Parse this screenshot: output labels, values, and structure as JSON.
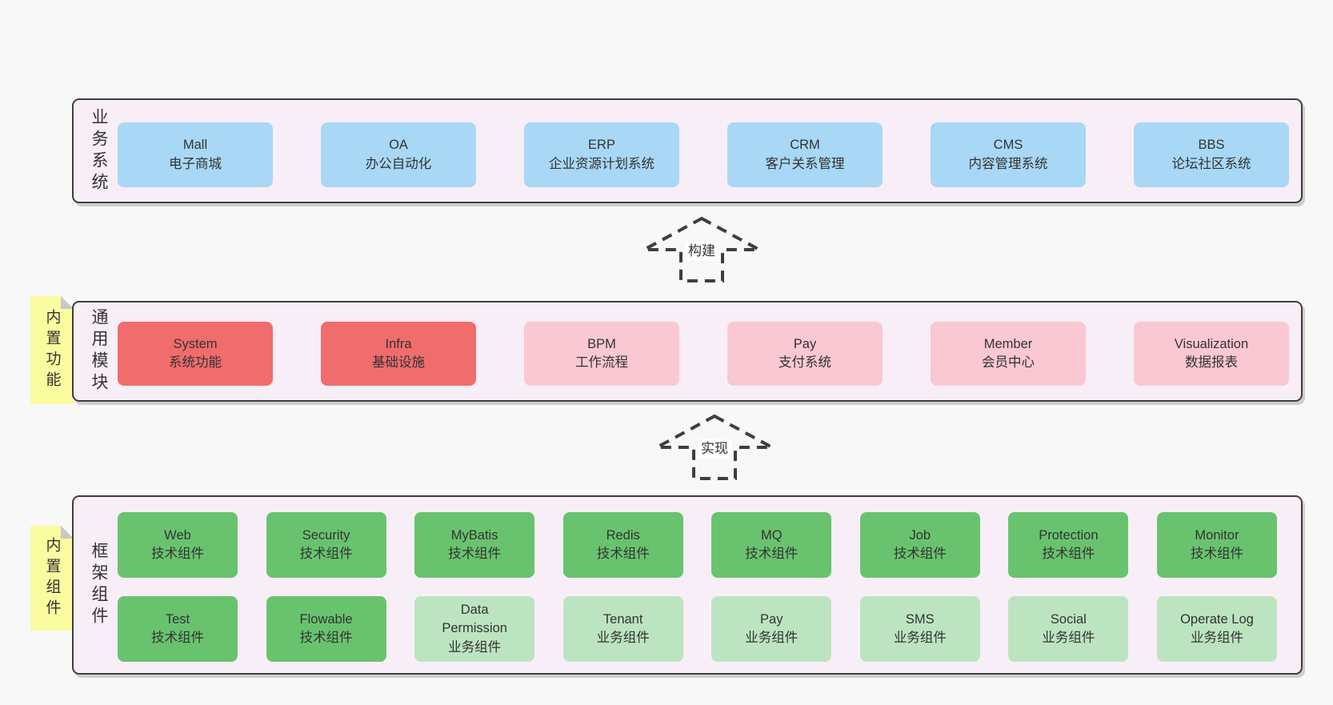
{
  "palette": {
    "background": "#f8f8f8",
    "container-fill": "#f8eef7",
    "container-border": "#3e3e3e",
    "box-blue": "#a8d8f5",
    "box-red": "#f16c6c",
    "box-pink": "#fac8d2",
    "box-green": "#69c36e",
    "box-green-light": "#bce4c0",
    "note-yellow": "#fbfba0",
    "note-fold": "#c8c8c8",
    "arrow-stroke": "#3e3e3e",
    "text": "#333333"
  },
  "arrows": [
    {
      "label": "构建"
    },
    {
      "label": "实现"
    }
  ],
  "layers": [
    {
      "label": "业务系统",
      "rows": [
        [
          {
            "name": "Mall",
            "subtitle": "电子商城",
            "type": "blue"
          },
          {
            "name": "OA",
            "subtitle": "办公自动化",
            "type": "blue"
          },
          {
            "name": "ERP",
            "subtitle": "企业资源计划系统",
            "type": "blue"
          },
          {
            "name": "CRM",
            "subtitle": "客户关系管理",
            "type": "blue"
          },
          {
            "name": "CMS",
            "subtitle": "内容管理系统",
            "type": "blue"
          },
          {
            "name": "BBS",
            "subtitle": "论坛社区系统",
            "type": "blue"
          }
        ]
      ]
    },
    {
      "label": "通用模块",
      "note": "内置功能",
      "rows": [
        [
          {
            "name": "System",
            "subtitle": "系统功能",
            "type": "red"
          },
          {
            "name": "Infra",
            "subtitle": "基础设施",
            "type": "red"
          },
          {
            "name": "BPM",
            "subtitle": "工作流程",
            "type": "pink"
          },
          {
            "name": "Pay",
            "subtitle": "支付系统",
            "type": "pink"
          },
          {
            "name": "Member",
            "subtitle": "会员中心",
            "type": "pink"
          },
          {
            "name": "Visualization",
            "subtitle": "数据报表",
            "type": "pink"
          }
        ]
      ]
    },
    {
      "label": "框架组件",
      "note": "内置组件",
      "rows": [
        [
          {
            "name": "Web",
            "subtitle": "技术组件",
            "type": "green"
          },
          {
            "name": "Security",
            "subtitle": "技术组件",
            "type": "green"
          },
          {
            "name": "MyBatis",
            "subtitle": "技术组件",
            "type": "green"
          },
          {
            "name": "Redis",
            "subtitle": "技术组件",
            "type": "green"
          },
          {
            "name": "MQ",
            "subtitle": "技术组件",
            "type": "green"
          },
          {
            "name": "Job",
            "subtitle": "技术组件",
            "type": "green"
          },
          {
            "name": "Protection",
            "subtitle": "技术组件",
            "type": "green"
          },
          {
            "name": "Monitor",
            "subtitle": "技术组件",
            "type": "green"
          }
        ],
        [
          {
            "name": "Test",
            "subtitle": "技术组件",
            "type": "green"
          },
          {
            "name": "Flowable",
            "subtitle": "技术组件",
            "type": "green"
          },
          {
            "name": "Data\nPermission",
            "subtitle": "业务组件",
            "type": "green-light"
          },
          {
            "name": "Tenant",
            "subtitle": "业务组件",
            "type": "green-light"
          },
          {
            "name": "Pay",
            "subtitle": "业务组件",
            "type": "green-light"
          },
          {
            "name": "SMS",
            "subtitle": "业务组件",
            "type": "green-light"
          },
          {
            "name": "Social",
            "subtitle": "业务组件",
            "type": "green-light"
          },
          {
            "name": "Operate Log",
            "subtitle": "业务组件",
            "type": "green-light"
          }
        ]
      ]
    }
  ]
}
